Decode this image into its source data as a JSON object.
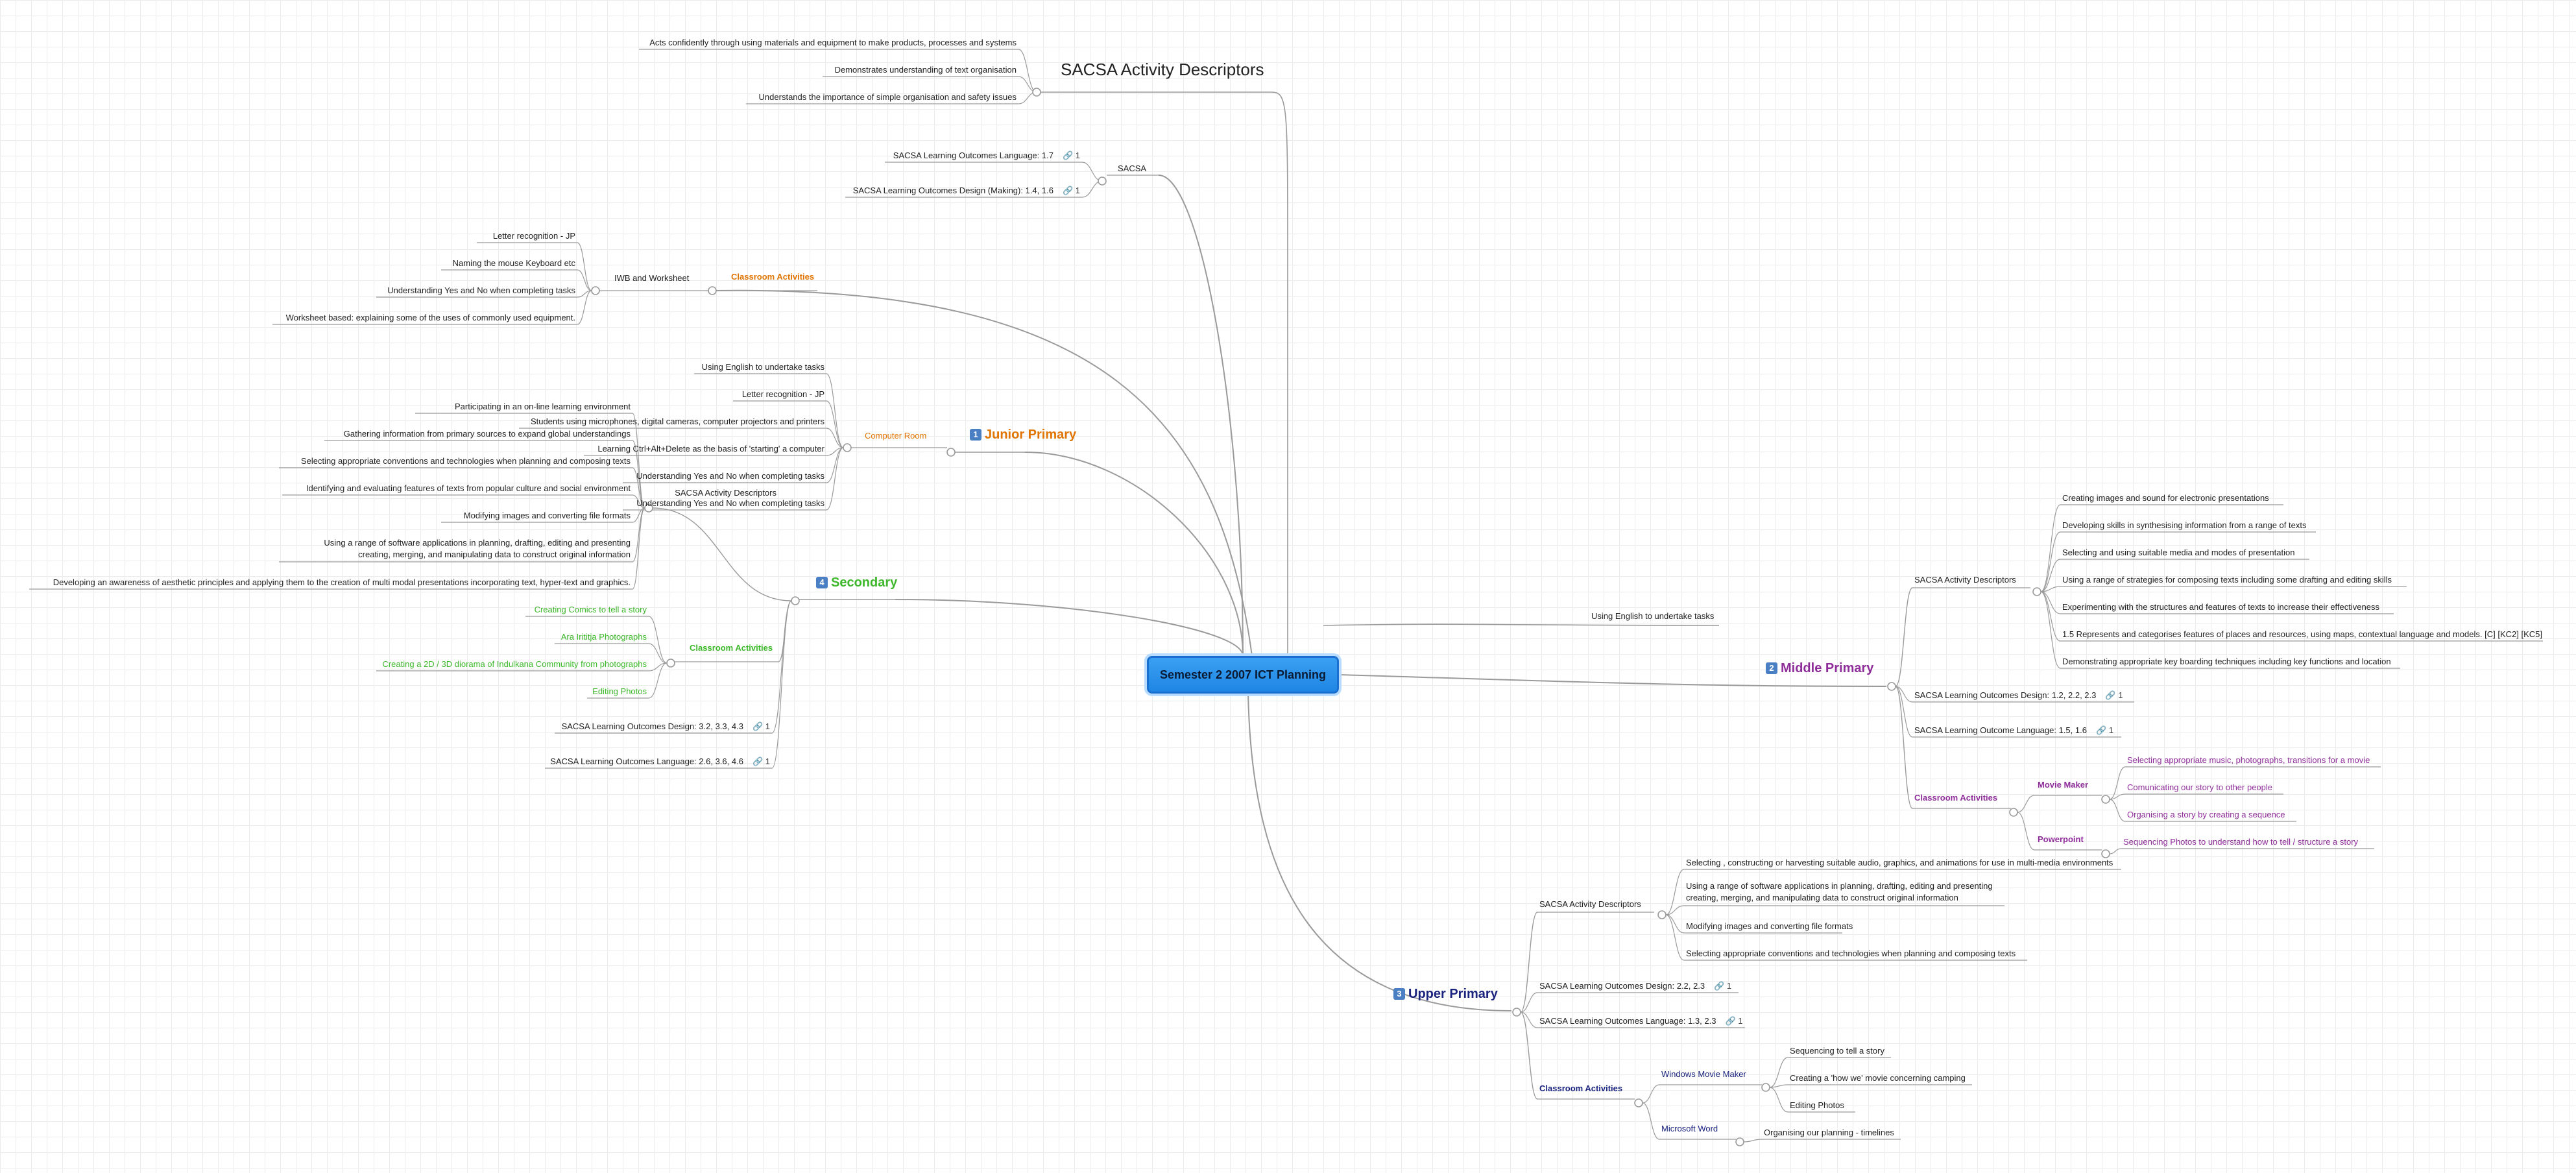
{
  "central": "Semester 2 2007 ICT Planning",
  "colors": {
    "line": "#9a9a9a",
    "junior": "#e07400",
    "secondary": "#3cb82a",
    "middle": "#8e2d99",
    "upper": "#1a237e",
    "central_fill": "#2b94ec"
  },
  "floating_title": "SACSA Activity Descriptors",
  "topics": {
    "sacsa_descriptors_top": {
      "items": [
        "Acts confidently through using materials and equipment to make products, processes and systems",
        "Demonstrates understanding of text organisation",
        "Understands the importance of simple organisation and safety issues"
      ]
    },
    "sacsa": {
      "label": "SACSA",
      "items": [
        {
          "text": "SACSA Learning Outcomes Language: 1.7",
          "attachments": "1"
        },
        {
          "text": "SACSA Learning Outcomes Design (Making): 1.4, 1.6",
          "attachments": "1"
        }
      ]
    },
    "junior": {
      "badge": "1",
      "label": "Junior Primary",
      "classroom": {
        "label": "Classroom Activities",
        "iwb": {
          "label": "IWB and Worksheet",
          "items": [
            "Letter recognition - JP",
            "Naming the mouse Keyboard etc",
            "Understanding Yes and No when completing tasks",
            "Worksheet based: explaining some of the uses of commonly used equipment."
          ]
        }
      },
      "computer_room": {
        "label": "Computer Room",
        "items": [
          "Using English to undertake tasks",
          "Letter recognition - JP",
          "Students using microphones, digital cameras, computer projectors and printers",
          "Learning Ctrl+Alt+Delete as the basis of 'starting' a computer",
          "Understanding Yes and No when completing tasks",
          "Understanding Yes and No when completing tasks"
        ]
      }
    },
    "secondary": {
      "badge": "4",
      "label": "Secondary",
      "descriptors": {
        "label": "SACSA Activity Descriptors",
        "items": [
          "Participating in an on-line learning environment",
          "Gathering information from primary sources to expand global understandings",
          "Selecting appropriate conventions and technologies when planning and composing texts",
          "Identifying and evaluating features of texts from popular culture and social environment",
          "Modifying images and converting file formats",
          "Using a range of software applications in planning, drafting, editing and presenting",
          "creating, merging, and manipulating data to construct original information",
          "Developing an awareness of aesthetic principles and applying them to the creation of multi modal presentations incorporating text, hyper-text and graphics."
        ]
      },
      "classroom": {
        "label": "Classroom Activities",
        "items": [
          "Creating Comics to tell a story",
          "Ara Irititja Photographs",
          "Creating a 2D / 3D diorama of Indulkana Community from photographs",
          "Editing Photos"
        ]
      },
      "outcomes": [
        {
          "text": "SACSA Learning Outcomes Design: 3.2, 3.3, 4.3",
          "attachments": "1"
        },
        {
          "text": "SACSA Learning Outcomes Language: 2.6, 3.6, 4.6",
          "attachments": "1"
        }
      ]
    },
    "using_english": "Using English to undertake tasks",
    "middle": {
      "badge": "2",
      "label": "Middle Primary",
      "descriptors": {
        "label": "SACSA Activity Descriptors",
        "items": [
          "Creating images and sound for electronic presentations",
          "Developing skills in synthesising information from a range of texts",
          "Selecting and using suitable media and modes of presentation",
          "Using a range of strategies for composing texts including some drafting and editing skills",
          "Experimenting with the structures and features of texts to increase their effectiveness",
          "1.5 Represents and categorises features of places and resources, using maps, contextual language and models. [C] [KC2] [KC5]",
          "Demonstrating appropriate key boarding techniques including key functions and location"
        ]
      },
      "outcomes": [
        {
          "text": "SACSA Learning Outcomes Design: 1.2, 2.2, 2.3",
          "attachments": "1"
        },
        {
          "text": "SACSA Learning Outcome Language: 1.5, 1.6",
          "attachments": "1"
        }
      ],
      "classroom": {
        "label": "Classroom Activities",
        "movie_maker": {
          "label": "Movie Maker",
          "items": [
            "Selecting appropriate music, photographs, transitions for a movie",
            "Comunicating our story to other people",
            "Organising a story by creating a sequence"
          ]
        },
        "powerpoint": {
          "label": "Powerpoint",
          "items": [
            "Sequencing Photos to understand how to tell / structure a story"
          ]
        }
      }
    },
    "upper": {
      "badge": "3",
      "label": "Upper Primary",
      "descriptors": {
        "label": "SACSA Activity Descriptors",
        "items": [
          "Selecting , constructing or harvesting suitable audio, graphics, and animations for use in multi-media environments",
          "Using a range of software applications in planning, drafting, editing and presenting",
          "creating, merging, and manipulating data to construct original information",
          "Modifying images and converting file formats",
          "Selecting appropriate conventions and technologies when planning and composing texts"
        ]
      },
      "outcomes": [
        {
          "text": "SACSA Learning Outcomes Design: 2.2, 2.3",
          "attachments": "1"
        },
        {
          "text": "SACSA Learning Outcomes Language: 1.3, 2.3",
          "attachments": "1"
        }
      ],
      "classroom": {
        "label": "Classroom Activities",
        "wmm": {
          "label": "Windows Movie Maker",
          "items": [
            "Sequencing to tell a story",
            "Creating a 'how we' movie concerning camping",
            "Editing Photos"
          ]
        },
        "word": {
          "label": "Microsoft Word",
          "items": [
            "Organising our planning - timelines"
          ]
        }
      }
    }
  }
}
